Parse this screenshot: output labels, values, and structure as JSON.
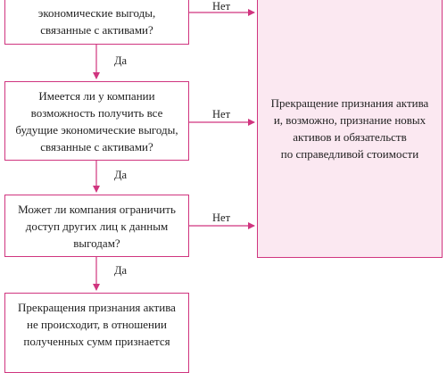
{
  "nodes": {
    "q1": "…экономические выгоды, связанные с активами?",
    "q1_lines": [
      "…",
      "экономические выгоды,",
      "связанные с активами?"
    ],
    "q2_lines": [
      "Имеется ли у компании",
      "возможность получить все",
      "будущие экономические выгоды,",
      "связанные с активами?"
    ],
    "q3_lines": [
      "Может ли компания ограничить",
      "доступ других лиц к данным",
      "выгодам?"
    ],
    "derecognize_lines": [
      "Прекращение признания актива",
      "и, возможно, признание новых",
      "активов и обязательств",
      "по справедливой стоимости"
    ],
    "no_derecognition_lines": [
      "Прекращения признания актива",
      "не происходит, в отношении",
      "полученных сумм признается"
    ]
  },
  "edges": {
    "yes_label": "Да",
    "no_label": "Нет"
  },
  "colors": {
    "accent": "#d0357f",
    "outcome_fill": "#fbe8f1",
    "box_fill": "#ffffff"
  }
}
